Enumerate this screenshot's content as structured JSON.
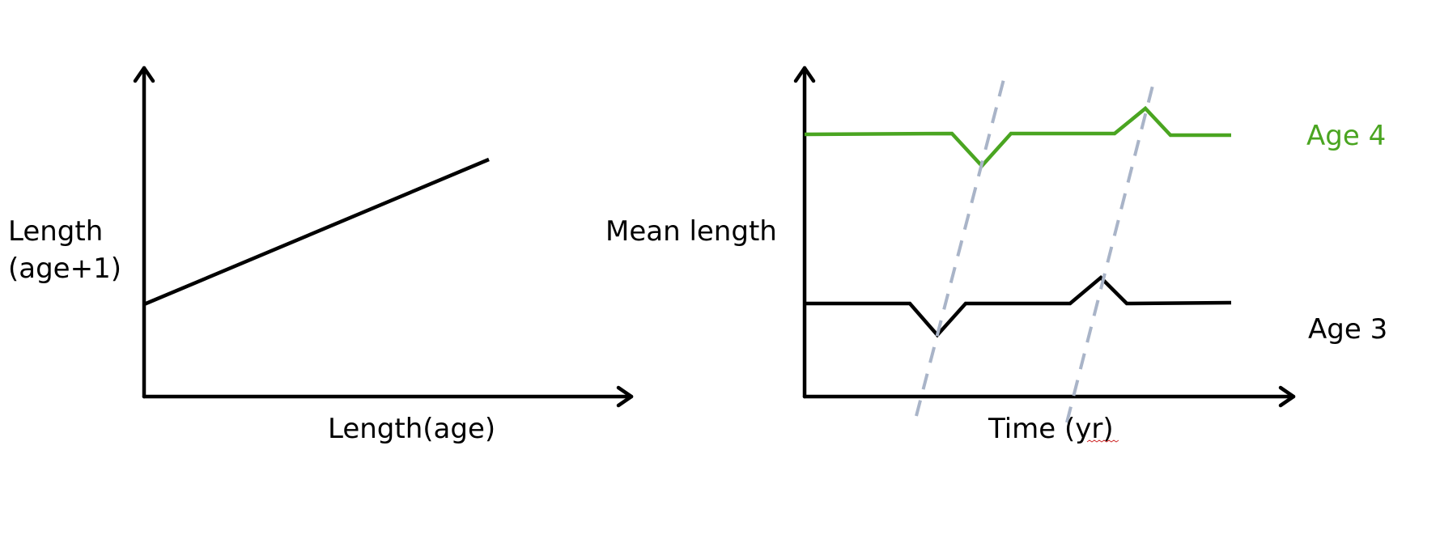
{
  "left_panel": {
    "y_label_line1": "Length",
    "y_label_line2": "(age+1)",
    "x_label": "Length(age)"
  },
  "right_panel": {
    "y_label": "Mean length",
    "x_label": "Time (yr)",
    "series": [
      {
        "label": "Age 4",
        "color": "#4aa521"
      },
      {
        "label": "Age 3",
        "color": "#000000"
      }
    ],
    "guide_color": "#a9b4c8"
  }
}
